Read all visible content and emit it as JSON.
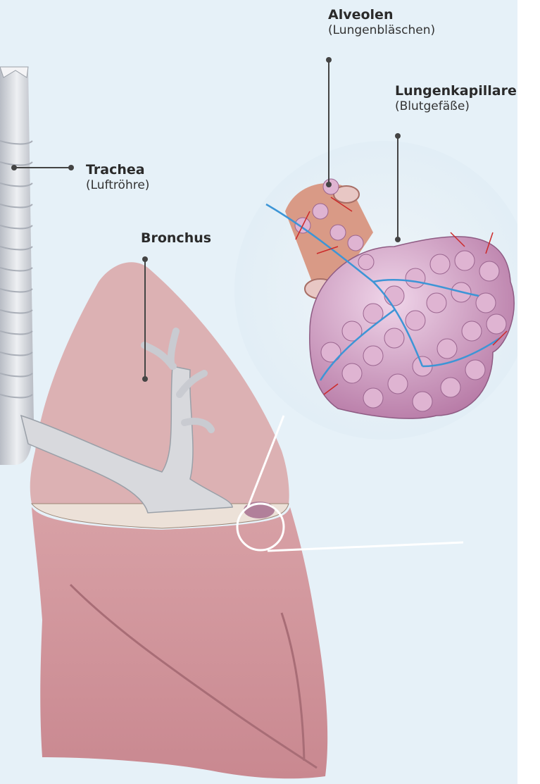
{
  "colors": {
    "background": "#e6f1f8",
    "leader_line": "#444444",
    "lung_tissue": "#d9a3a8",
    "airway": "#dcdcdc",
    "alveoli": "#c98ab8",
    "capillary_blue": "#3d95d6",
    "capillary_red": "#cc2a2a"
  },
  "labels": {
    "alveolen": {
      "title": "Alveolen",
      "subtitle": "(Lungenbläschen)"
    },
    "kapillare": {
      "title": "Lungenkapillare",
      "subtitle": "(Blutgefäße)"
    },
    "trachea": {
      "title": "Trachea",
      "subtitle": "(Luftröhre)"
    },
    "bronchus": {
      "title": "Bronchus"
    }
  }
}
